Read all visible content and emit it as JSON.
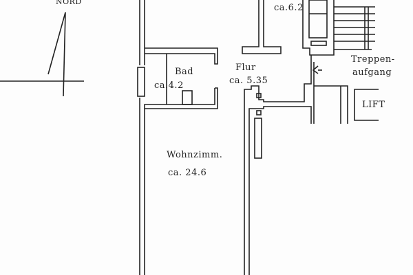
{
  "north": {
    "label": "NORD"
  },
  "rooms": {
    "kitchen_area": "ca.6.2",
    "bath_name": "Bad",
    "bath_area": "ca.4.2",
    "hall_name": "Flur",
    "hall_area": "ca. 5.35",
    "living_name": "Wohnzimm.",
    "living_area": "ca. 24.6"
  },
  "stairs": {
    "line1": "Treppen-",
    "line2": "aufgang"
  },
  "lift": {
    "label": "LIFT"
  },
  "colors": {
    "ink": "#222222",
    "paper": "#fdfdfd"
  }
}
